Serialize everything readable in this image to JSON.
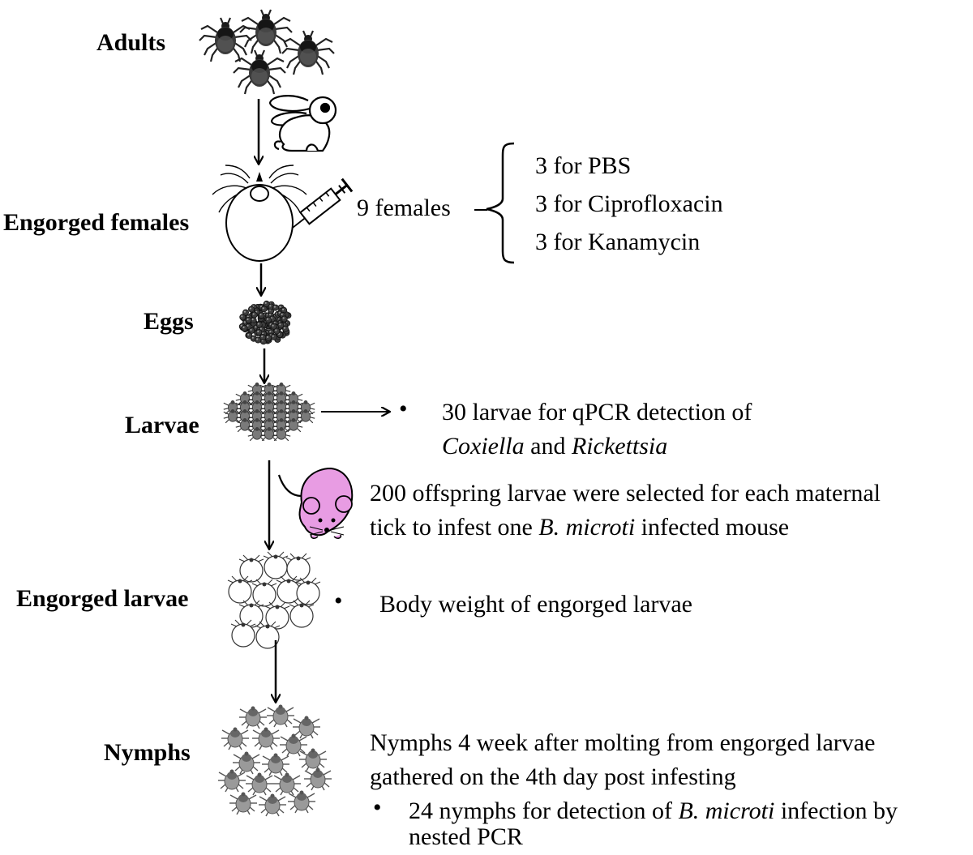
{
  "stages": {
    "adults": "Adults",
    "engorged_females": "Engorged females",
    "eggs": "Eggs",
    "larvae": "Larvae",
    "engorged_larvae": "Engorged larvae",
    "nymphs": "Nymphs"
  },
  "females": {
    "count_label": "9 females",
    "groups": [
      "3 for PBS",
      "3 for Ciprofloxacin",
      "3 for Kanamycin"
    ]
  },
  "larvae_note": {
    "bullet": "•",
    "line1": "30 larvae for qPCR detection of",
    "coxiella": "Coxiella",
    "and": " and ",
    "rickettsia": "Rickettsia"
  },
  "mouse_note": {
    "line1": "200 offspring larvae were selected for each maternal",
    "line2_a": "tick to infest one ",
    "line2_b": "B. microti",
    "line2_c": " infected mouse"
  },
  "engorged_larvae_note": {
    "bullet": "•",
    "text": "Body weight of engorged larvae"
  },
  "nymph_note": {
    "line1": "Nymphs 4 week after molting from engorged larvae",
    "line2": "gathered on the 4th day post infesting",
    "bullet": "•",
    "line3_a": "24 nymphs for detection of ",
    "line3_b": "B. microti",
    "line3_c": " infection by",
    "line4": "nested PCR"
  },
  "icons": [
    "tick-icon",
    "rabbit-icon",
    "syringe-icon",
    "engorged-female-icon",
    "eggs-icon",
    "larvae-icon",
    "mouse-icon",
    "engorged-larvae-icon",
    "nymph-icon"
  ],
  "colors": {
    "mouse": "#e89ce3",
    "ink": "#000000"
  }
}
